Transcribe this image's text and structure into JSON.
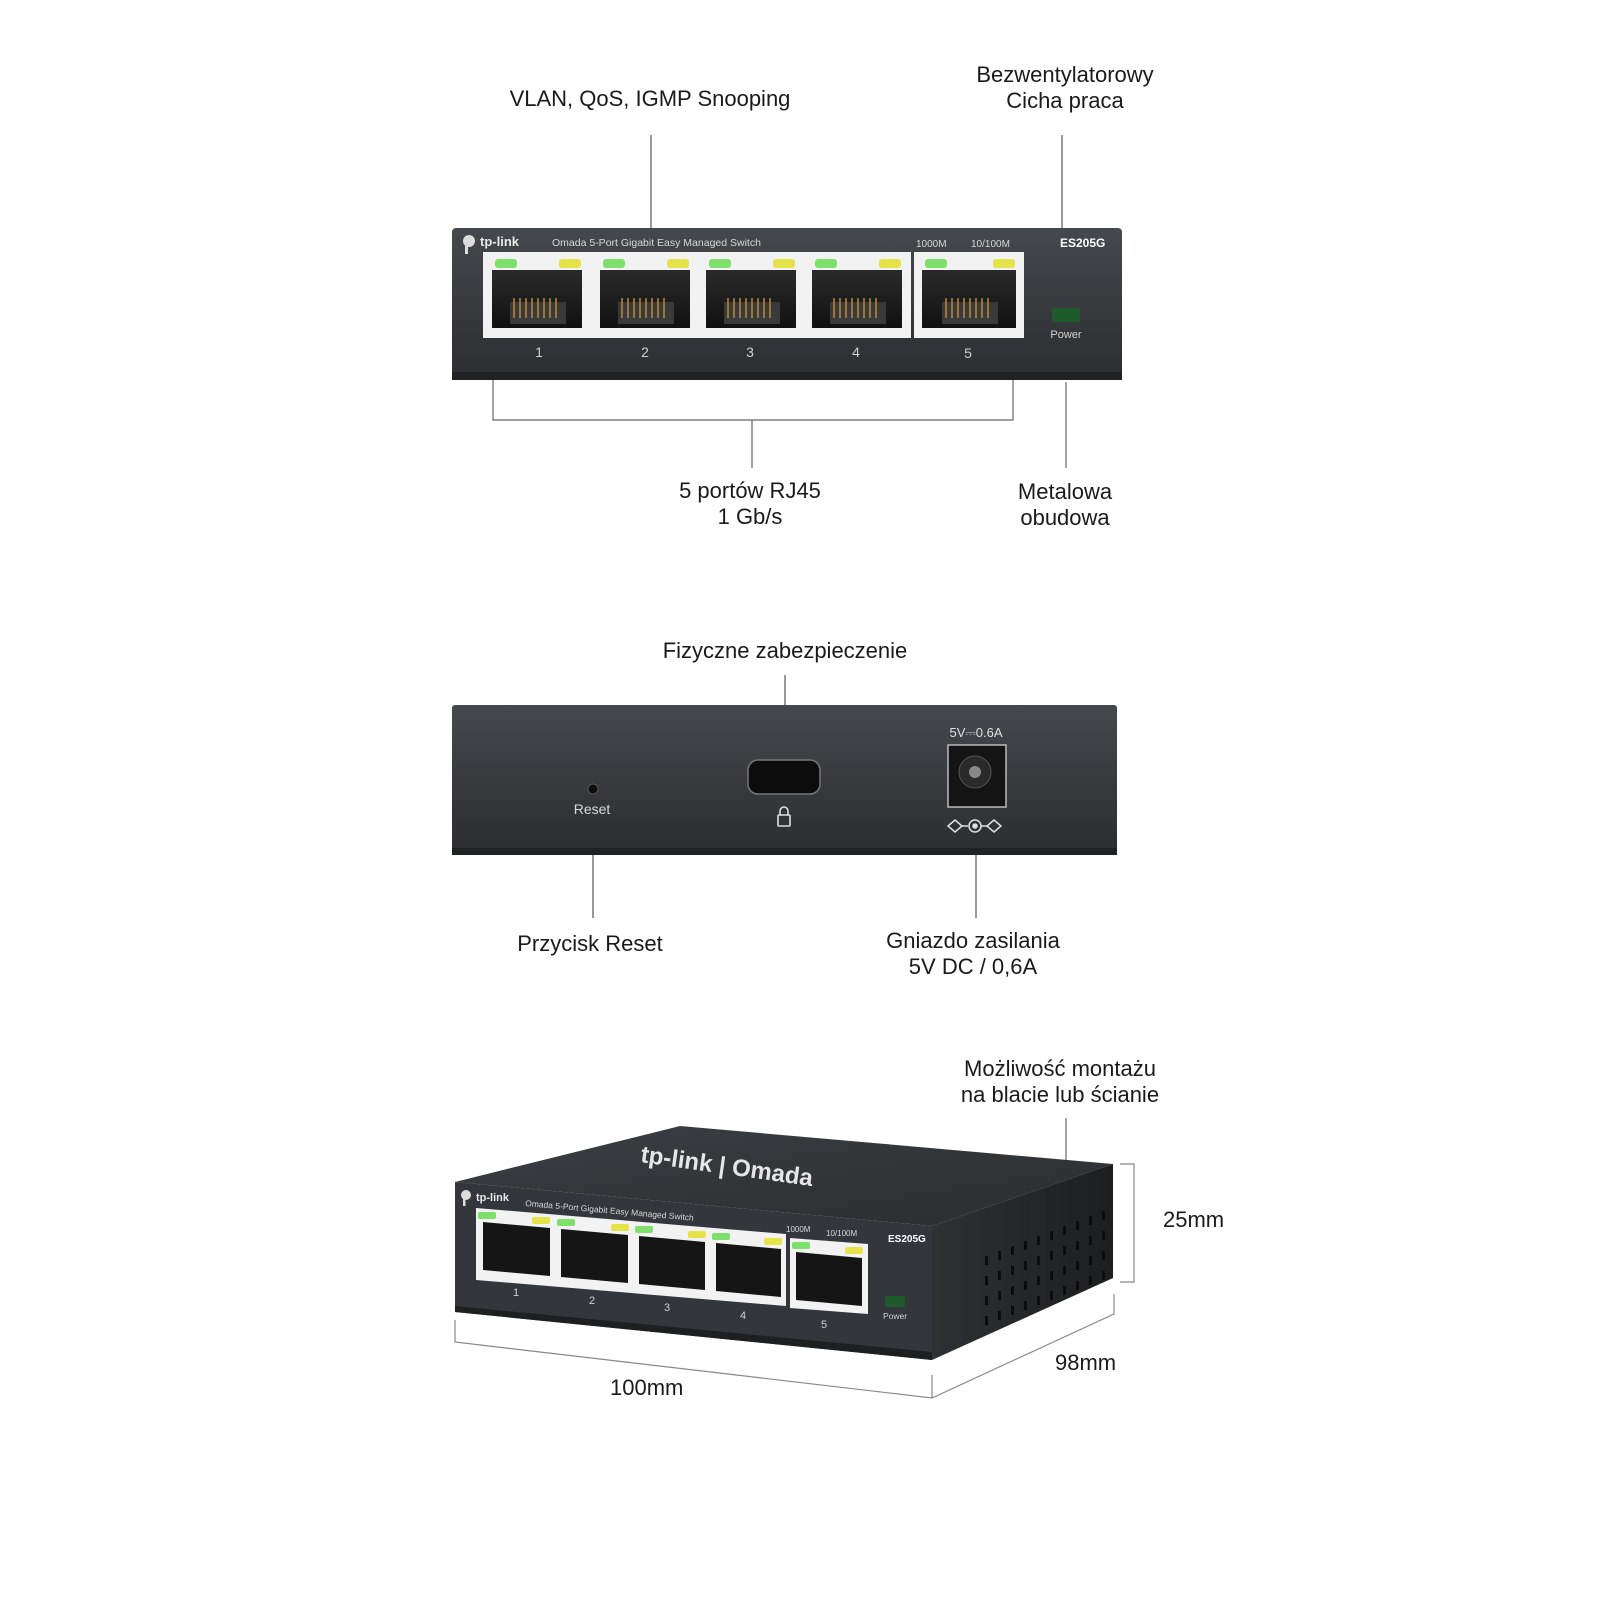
{
  "front": {
    "brand": "tp-link",
    "product_line": "Omada 5-Port Gigabit Easy Managed Switch",
    "model": "ES205G",
    "speed_labels": [
      "1000M",
      "10/100M"
    ],
    "port_numbers": [
      "1",
      "2",
      "3",
      "4",
      "5"
    ],
    "power_label": "Power",
    "callouts": {
      "features": "VLAN, QoS, IGMP Snooping",
      "fanless_line1": "Bezwentylatorowy",
      "fanless_line2": "Cicha praca",
      "ports_line1": "5 portów RJ45",
      "ports_line2": "1 Gb/s",
      "metal_line1": "Metalowa",
      "metal_line2": "obudowa"
    }
  },
  "rear": {
    "reset_label": "Reset",
    "power_rating": "5V⎓0.6A",
    "callouts": {
      "lock": "Fizyczne zabezpieczenie",
      "reset": "Przycisk Reset",
      "power_line1": "Gniazdo zasilania",
      "power_line2": "5V DC / 0,6A"
    }
  },
  "perspective": {
    "top_logo": "tp-link | Omada",
    "brand": "tp-link",
    "product_line": "Omada 5-Port Gigabit Easy Managed Switch",
    "model": "ES205G",
    "speed_labels": [
      "1000M",
      "10/100M"
    ],
    "port_numbers": [
      "1",
      "2",
      "3",
      "4",
      "5"
    ],
    "power_label": "Power",
    "callouts": {
      "mount_line1": "Możliwość montażu",
      "mount_line2": "na blacie lub ścianie"
    },
    "dimensions": {
      "height": "25mm",
      "width": "100mm",
      "depth": "98mm"
    }
  },
  "colors": {
    "chassis": "#3a3d40",
    "chassis_dark": "#26282b",
    "port_frame": "#f2f2f2",
    "led_green": "#7ee06a",
    "led_yellow": "#e6e34a",
    "leader_line": "#555555"
  }
}
